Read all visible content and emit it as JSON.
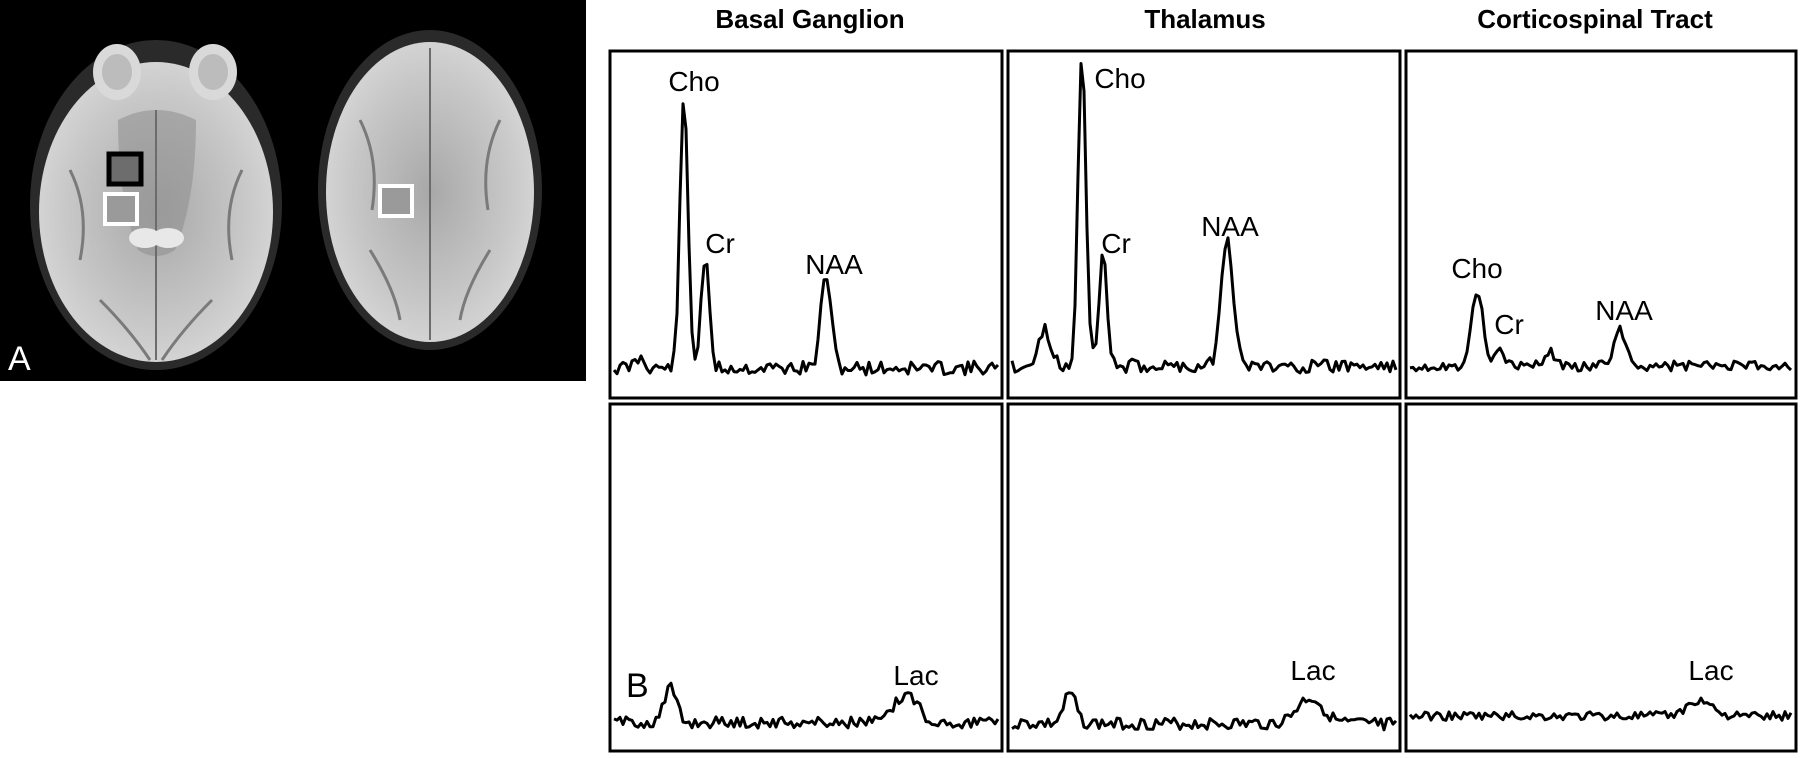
{
  "panel_a": {
    "label": "A"
  },
  "panel_b": {
    "label": "B",
    "column_titles": [
      "Basal Ganglion",
      "Thalamus",
      "Corticospinal Tract"
    ],
    "peak_labels": {
      "cho": "Cho",
      "cr": "Cr",
      "naa": "NAA",
      "lac": "Lac"
    }
  },
  "colors": {
    "background": "#ffffff",
    "mri_background": "#000000",
    "trace": "#000000",
    "roi_dark": "#000000",
    "roi_light": "#ffffff"
  }
}
